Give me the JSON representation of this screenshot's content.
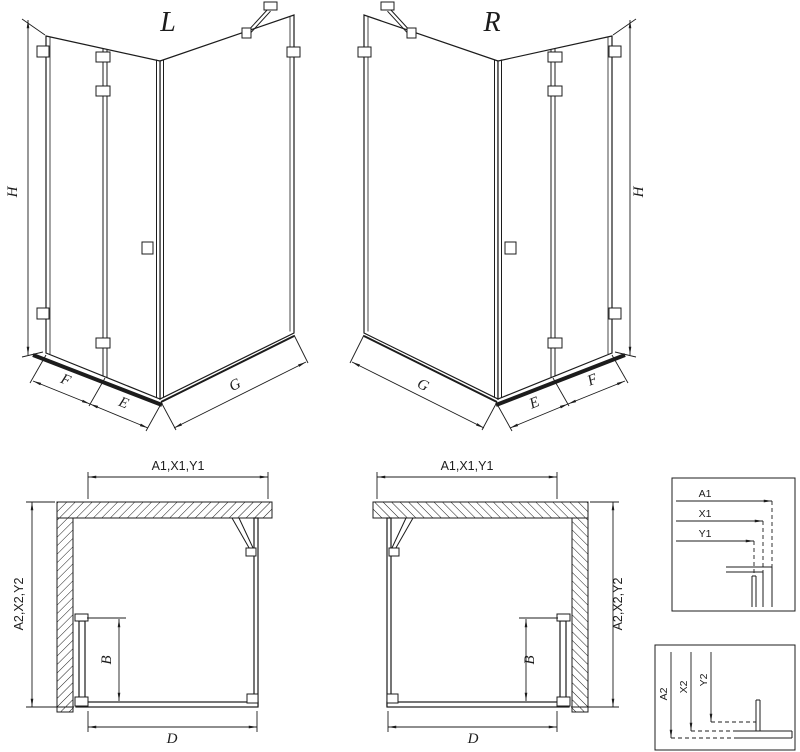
{
  "views": {
    "left": {
      "label": "L",
      "dim_h": "H",
      "dim_f": "F",
      "dim_e": "E",
      "dim_g": "G"
    },
    "right": {
      "label": "R",
      "dim_h": "H",
      "dim_f": "F",
      "dim_e": "E",
      "dim_g": "G"
    }
  },
  "plans": {
    "left": {
      "dim_top": "A1,X1,Y1",
      "dim_side": "A2,X2,Y2",
      "dim_b": "B",
      "dim_d": "D"
    },
    "right": {
      "dim_top": "A1,X1,Y1",
      "dim_side": "A2,X2,Y2",
      "dim_b": "B",
      "dim_d": "D"
    }
  },
  "details": {
    "horizontal": {
      "a1": "A1",
      "x1": "X1",
      "y1": "Y1"
    },
    "vertical": {
      "a2": "A2",
      "x2": "X2",
      "y2": "Y2"
    }
  }
}
